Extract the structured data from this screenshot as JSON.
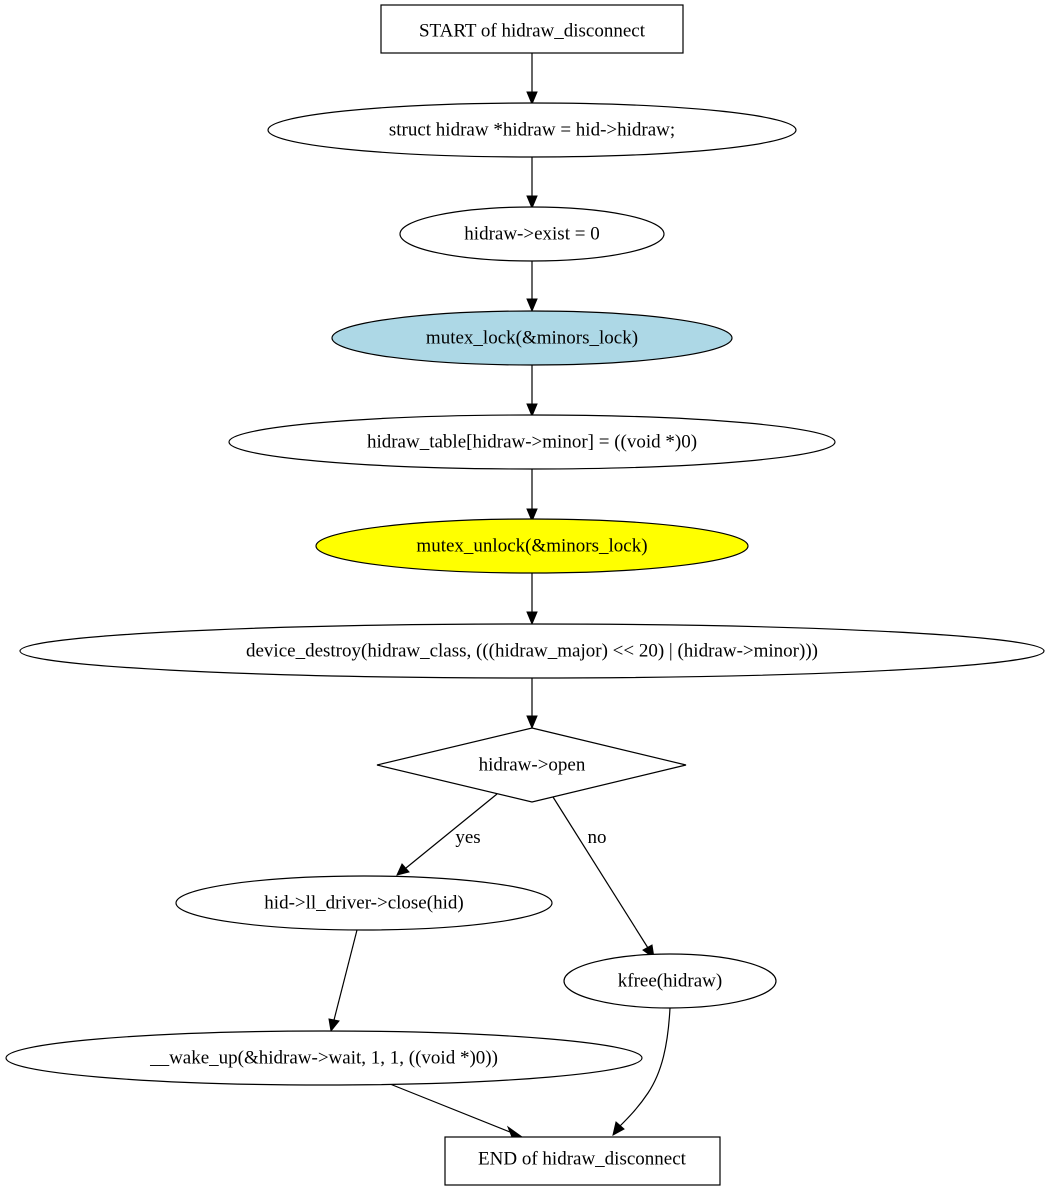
{
  "diagram": {
    "type": "flowchart",
    "nodes": {
      "start": {
        "label": "START of hidraw_disconnect",
        "shape": "box",
        "fill": "#ffffff"
      },
      "decl": {
        "label": "struct hidraw *hidraw = hid->hidraw;",
        "shape": "ellipse",
        "fill": "#ffffff"
      },
      "exist": {
        "label": "hidraw->exist = 0",
        "shape": "ellipse",
        "fill": "#ffffff"
      },
      "lock": {
        "label": "mutex_lock(&minors_lock)",
        "shape": "ellipse",
        "fill": "#add8e6"
      },
      "table": {
        "label": "hidraw_table[hidraw->minor] = ((void *)0)",
        "shape": "ellipse",
        "fill": "#ffffff"
      },
      "unlock": {
        "label": "mutex_unlock(&minors_lock)",
        "shape": "ellipse",
        "fill": "#ffff00"
      },
      "destroy": {
        "label": "device_destroy(hidraw_class, (((hidraw_major) << 20) | (hidraw->minor)))",
        "shape": "ellipse",
        "fill": "#ffffff"
      },
      "open": {
        "label": "hidraw->open",
        "shape": "diamond",
        "fill": "#ffffff"
      },
      "close": {
        "label": "hid->ll_driver->close(hid)",
        "shape": "ellipse",
        "fill": "#ffffff"
      },
      "kfree": {
        "label": "kfree(hidraw)",
        "shape": "ellipse",
        "fill": "#ffffff"
      },
      "wake": {
        "label": "__wake_up(&hidraw->wait, 1, 1, ((void *)0))",
        "shape": "ellipse",
        "fill": "#ffffff"
      },
      "end": {
        "label": "END of hidraw_disconnect",
        "shape": "box",
        "fill": "#ffffff"
      }
    },
    "edges": [
      {
        "from": "start",
        "to": "decl",
        "label": ""
      },
      {
        "from": "decl",
        "to": "exist",
        "label": ""
      },
      {
        "from": "exist",
        "to": "lock",
        "label": ""
      },
      {
        "from": "lock",
        "to": "table",
        "label": ""
      },
      {
        "from": "table",
        "to": "unlock",
        "label": ""
      },
      {
        "from": "unlock",
        "to": "destroy",
        "label": ""
      },
      {
        "from": "destroy",
        "to": "open",
        "label": ""
      },
      {
        "from": "open",
        "to": "close",
        "label": "yes"
      },
      {
        "from": "open",
        "to": "kfree",
        "label": "no"
      },
      {
        "from": "close",
        "to": "wake",
        "label": ""
      },
      {
        "from": "wake",
        "to": "end",
        "label": ""
      },
      {
        "from": "kfree",
        "to": "end",
        "label": ""
      }
    ]
  }
}
